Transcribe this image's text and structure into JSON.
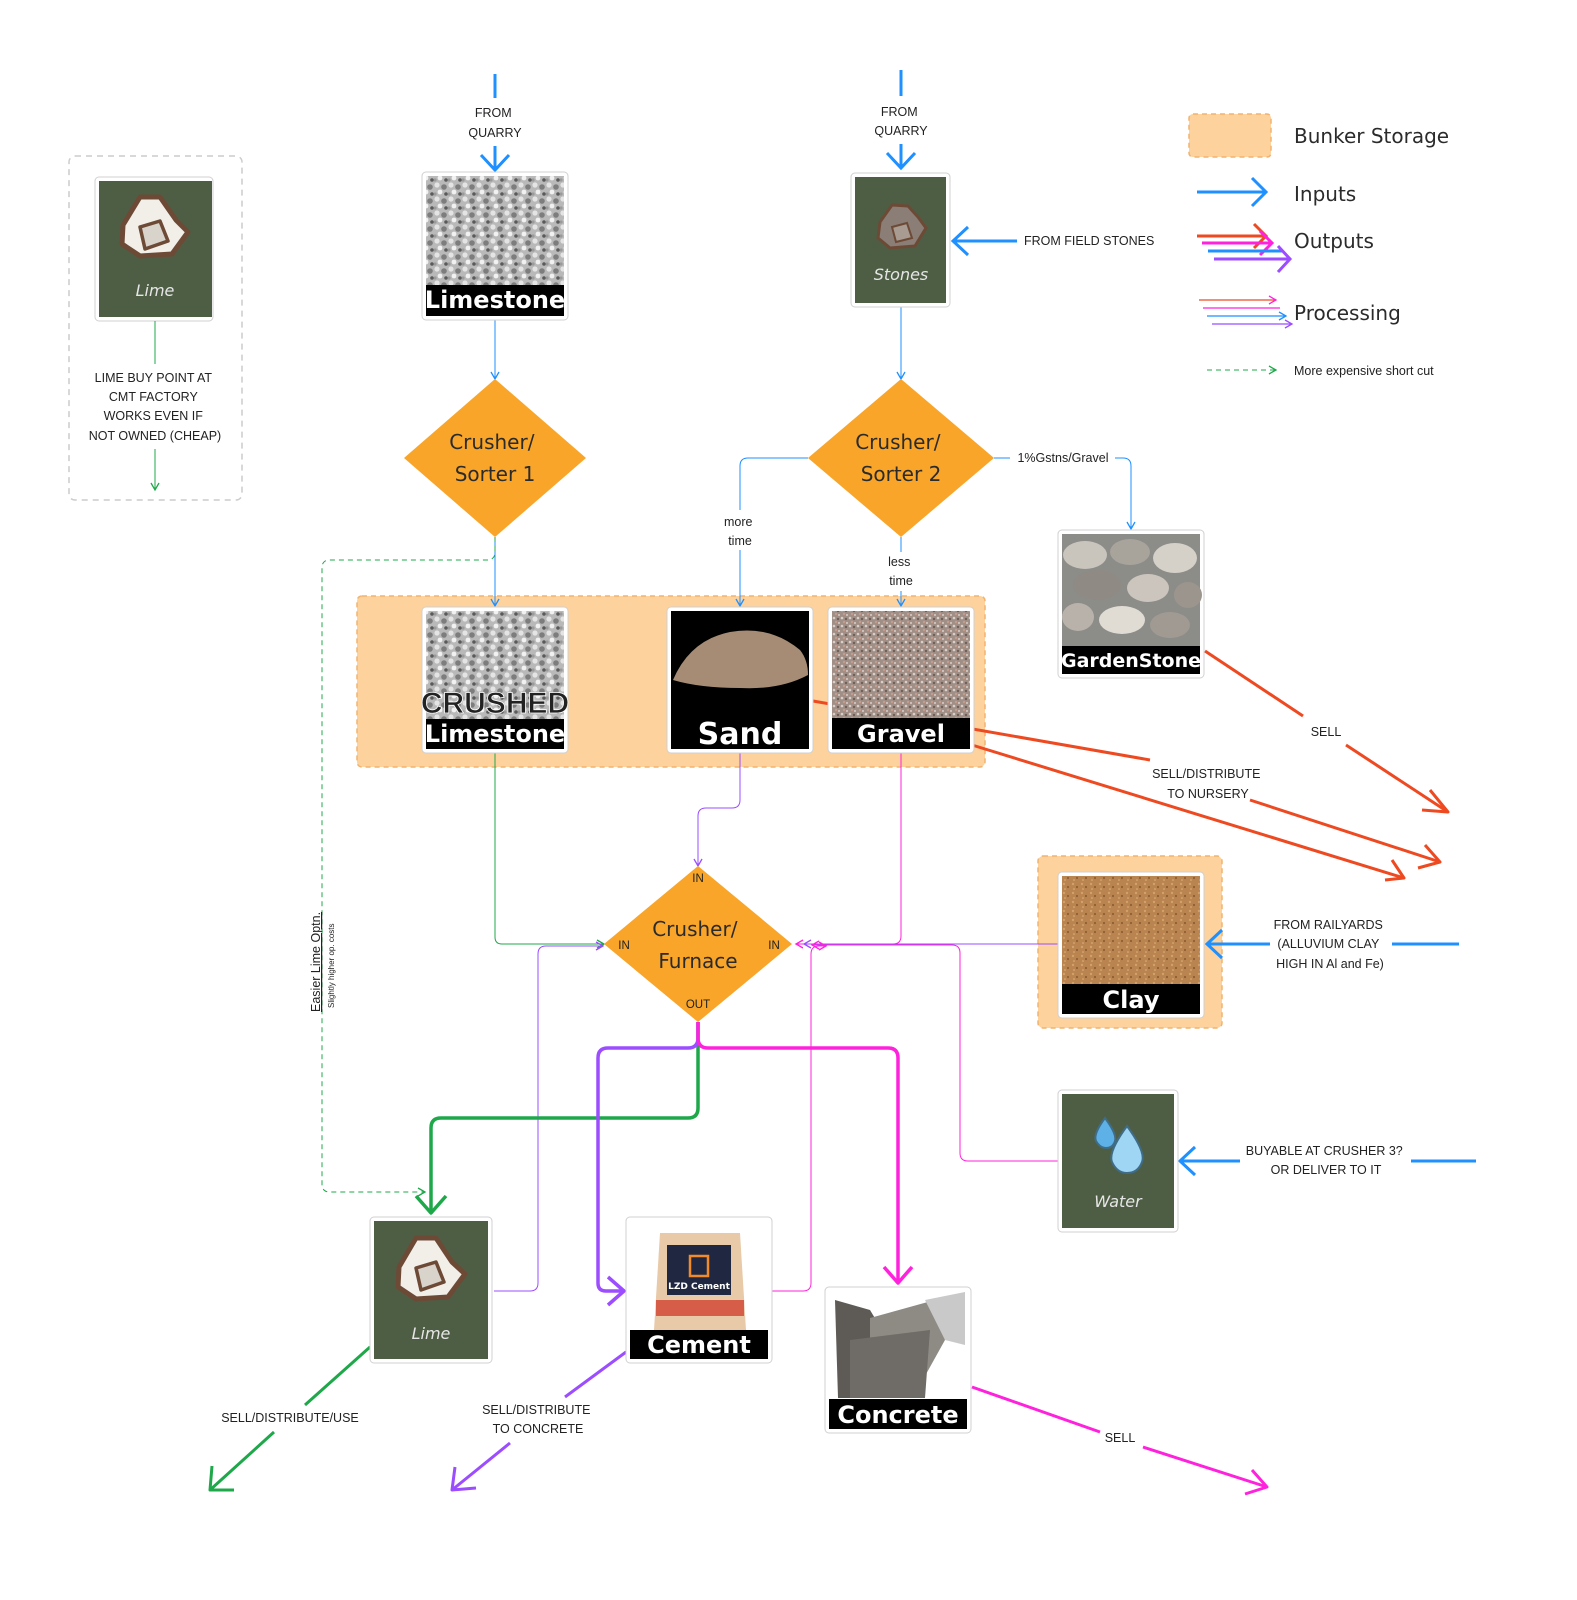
{
  "colors": {
    "input_blue": "#1e90ff",
    "output_red": "#ee4a22",
    "green": "#1ea84a",
    "purple": "#9b4dff",
    "magenta": "#ff22dd",
    "diamond_orange": "#f8a52a",
    "bunker_fill": "#fdd29c",
    "card_green": "#4e5e45"
  },
  "legend": {
    "bunker": "Bunker Storage",
    "inputs": "Inputs",
    "outputs": "Outputs",
    "processing": "Processing",
    "shortcut": "More expensive short cut"
  },
  "side_panel": {
    "card_label": "Lime",
    "note": [
      "LIME BUY POINT AT",
      "CMT FACTORY",
      "WORKS EVEN IF",
      "NOT OWNED (CHEAP)"
    ]
  },
  "sources": {
    "quarry_1": [
      "FROM",
      "QUARRY"
    ],
    "quarry_2": [
      "FROM",
      "QUARRY"
    ],
    "field_stones": "FROM FIELD STONES",
    "railyards": [
      "FROM RAILYARDS",
      "(ALLUVIUM CLAY",
      "HIGH IN Al and Fe)"
    ],
    "water_source": [
      "BUYABLE AT CRUSHER 3?",
      "OR DELIVER TO IT"
    ]
  },
  "nodes": {
    "limestone": "Limestone",
    "stones": "Stones",
    "crusher1": [
      "Crusher/",
      "Sorter 1"
    ],
    "crusher2": [
      "Crusher/",
      "Sorter 2"
    ],
    "gardenstone": "GardenStone",
    "crushed_top": "CRUSHED",
    "crushed_bottom": "Limestone",
    "sand": "Sand",
    "gravel": "Gravel",
    "furnace": [
      "Crusher/",
      "Furnace"
    ],
    "clay": "Clay",
    "water": "Water",
    "lime": "Lime",
    "cement": "Cement",
    "cement_brand": "LZD Cement",
    "concrete": "Concrete"
  },
  "ports": {
    "in": "IN",
    "out": "OUT"
  },
  "edge_labels": {
    "gsnts": "1%Gstns/Gravel",
    "more_time": [
      "more",
      "time"
    ],
    "less_time": [
      "less",
      "time"
    ],
    "sell_garden": "SELL",
    "sell_nursery": [
      "SELL/DISTRIBUTE",
      "TO NURSERY"
    ],
    "lime_out": "SELL/DISTRIBUTE/USE",
    "cement_out": [
      "SELL/DISTRIBUTE",
      "TO CONCRETE"
    ],
    "concrete_out": "SELL",
    "shortcut_main": "Easier Lime Optn.",
    "shortcut_sub": "Slightly higher op. costs"
  }
}
